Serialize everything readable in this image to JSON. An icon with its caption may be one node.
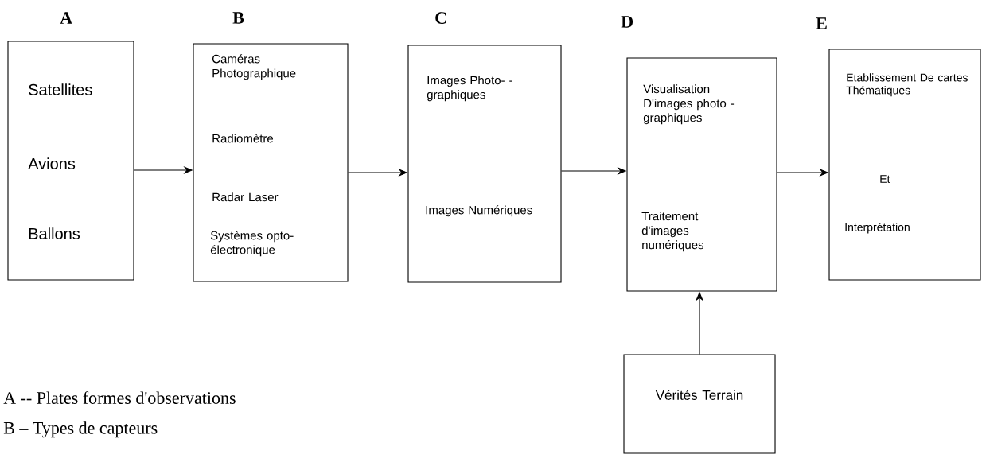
{
  "diagram": {
    "nodes": [
      {
        "text": [
          "A",
          "Satellites",
          "Avions",
          "Ballons"
        ]
      },
      {
        "text": [
          "B",
          "Caméras Photographique",
          "Radiomètre",
          "Radar Laser",
          "Systèmes opto- électronique"
        ]
      },
      {
        "text": [
          "C",
          "Images Photo- -graphiques",
          "Images Numériques"
        ]
      },
      {
        "text": [
          "D",
          "Visualisation D'images photo -graphiques",
          "Traitement d'images numériques"
        ]
      },
      {
        "text": [
          "E",
          "Etablissement De cartes Thématiques",
          "Et",
          "Interprétation"
        ]
      },
      {
        "text": [
          "Vérités Terrain"
        ]
      }
    ],
    "edges": [
      {
        "from": 0,
        "to": 1,
        "arrow": "to"
      },
      {
        "from": 1,
        "to": 2,
        "arrow": "to"
      },
      {
        "from": 2,
        "to": 3,
        "arrow": "to"
      },
      {
        "from": 3,
        "to": 4,
        "arrow": "to"
      },
      {
        "from": 5,
        "to": 3,
        "arrow": "to"
      }
    ],
    "labels": [
      "A -- Plates formes d'observations",
      "B – Types de capteurs"
    ]
  }
}
